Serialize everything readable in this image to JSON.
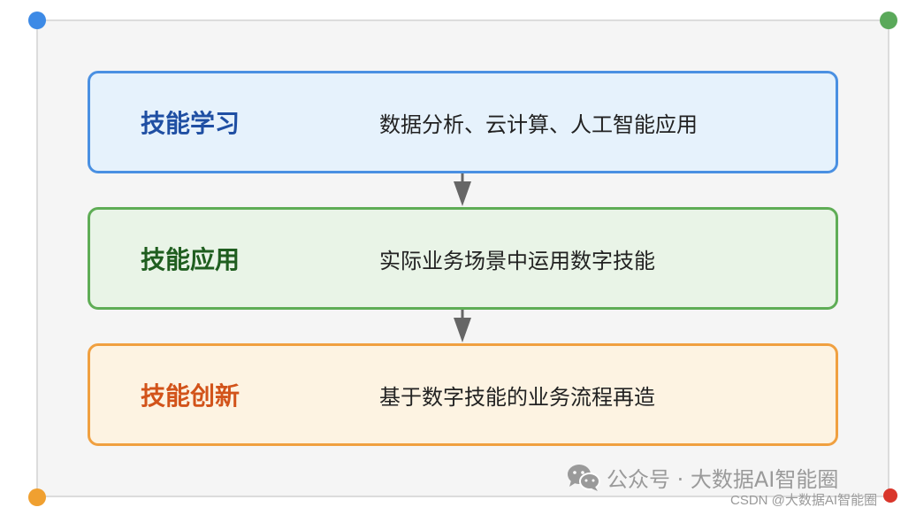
{
  "diagram": {
    "frame_color": "#dcdcdc",
    "frame_fill": "#f5f5f5",
    "corner_dots": [
      {
        "name": "top-left",
        "color": "#3d8ae6"
      },
      {
        "name": "top-right",
        "color": "#5aa95a"
      },
      {
        "name": "bottom-left",
        "color": "#f0a030"
      }
    ],
    "connector_color": "#666666",
    "steps": [
      {
        "title": "技能学习",
        "description": "数据分析、云计算、人工智能应用",
        "border_color": "#4a90e2",
        "fill_color": "#e6f2fc",
        "title_color": "#1f4fa3"
      },
      {
        "title": "技能应用",
        "description": "实际业务场景中运用数字技能",
        "border_color": "#5fad56",
        "fill_color": "#e9f4e7",
        "title_color": "#1f5e1f"
      },
      {
        "title": "技能创新",
        "description": "基于数字技能的业务流程再造",
        "border_color": "#f0a040",
        "fill_color": "#fdf3e2",
        "title_color": "#d2531a"
      }
    ]
  },
  "watermark": {
    "icon": "wechat-icon",
    "text": "公众号 · 大数据AI智能圈",
    "csdn_text": "CSDN @大数据AI智能圈"
  }
}
